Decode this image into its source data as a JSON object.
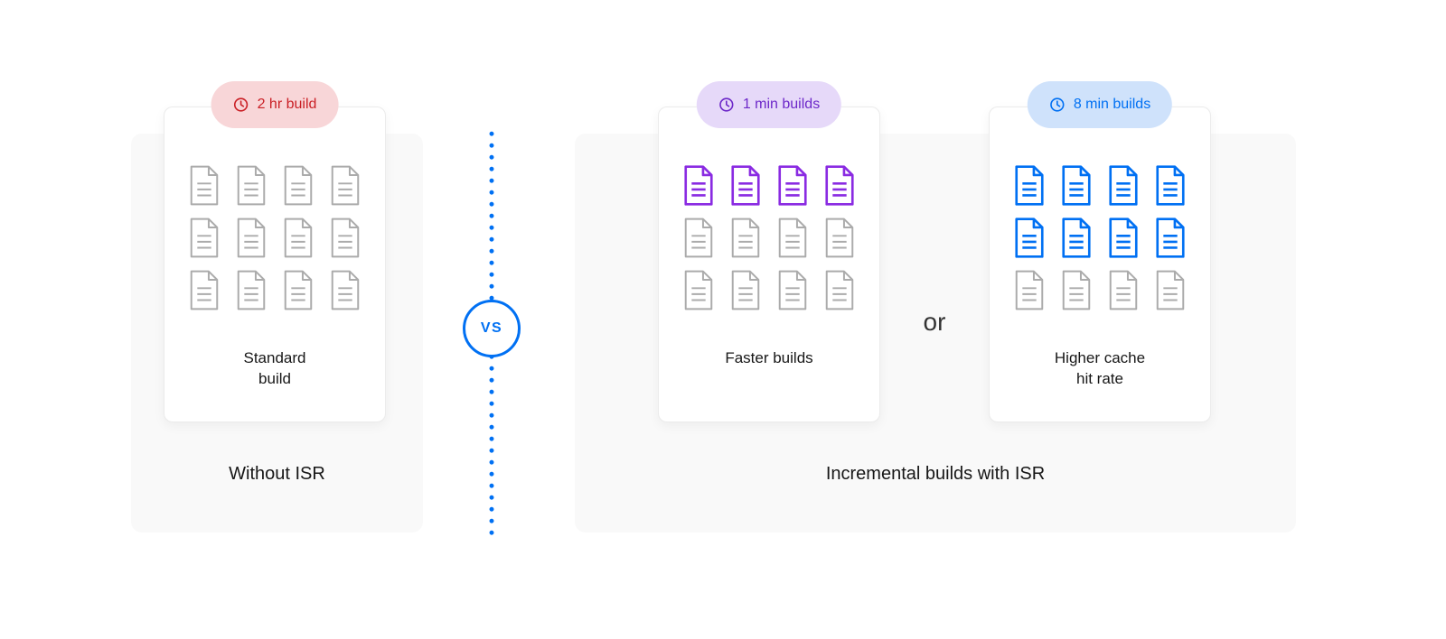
{
  "left": {
    "panel_label": "Without ISR",
    "card": {
      "badge_label": "2 hr build",
      "caption": "Standard\nbuild",
      "grid": {
        "rows": 3,
        "cols": 4,
        "colored_count": 0,
        "color": "gray"
      }
    }
  },
  "divider": {
    "vs_label": "VS"
  },
  "right": {
    "panel_label": "Incremental builds with ISR",
    "or_label": "or",
    "cards": [
      {
        "badge_label": "1 min builds",
        "caption": "Faster builds",
        "grid": {
          "rows": 3,
          "cols": 4,
          "colored_count": 4,
          "color": "purple"
        }
      },
      {
        "badge_label": "8 min builds",
        "caption": "Higher cache\nhit rate",
        "grid": {
          "rows": 3,
          "cols": 4,
          "colored_count": 8,
          "color": "blue"
        }
      }
    ]
  },
  "colors": {
    "red_badge_bg": "#f8d6d8",
    "red_badge_text": "#ca2026",
    "purple_badge_bg": "#e6d9f9",
    "purple_badge_text": "#6d28c9",
    "purple_doc": "#8a2be2",
    "blue_badge_bg": "#cfe2fb",
    "blue_badge_text": "#0070f3",
    "blue_doc": "#0070f3",
    "gray_doc": "#ababab",
    "accent_blue": "#0070f3",
    "panel_bg": "#f9f9f9"
  }
}
